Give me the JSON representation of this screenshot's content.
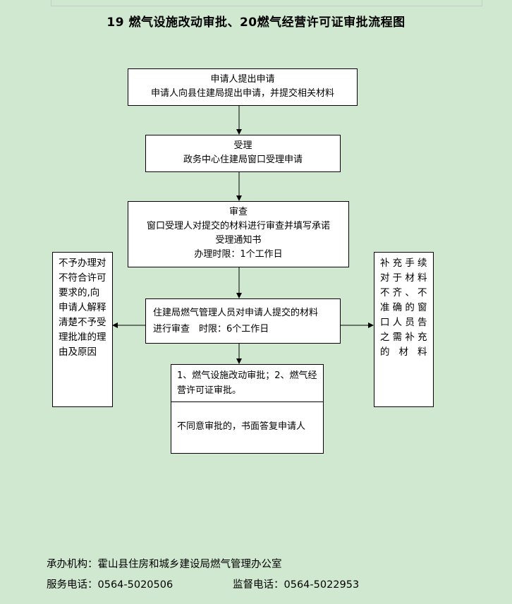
{
  "title": "19 燃气设施改动审批、20燃气经营许可证审批流程图",
  "steps": {
    "apply": {
      "line1": "申请人提出申请",
      "line2": "申请人向县住建局提出申请，并提交相关材料"
    },
    "accept": {
      "line1": "受理",
      "line2": "政务中心住建局窗口受理申请"
    },
    "review": {
      "line1": "审查",
      "line2": "窗口受理人对提交的材料进行审查并填写承诺",
      "line3": "受理通知书",
      "line4": "办理时限：1个工作日"
    },
    "gas_review": {
      "line1": "住建局燃气管理人员对申请人提交的材料",
      "line2": "进行审查　时限：6个工作日"
    },
    "result": {
      "approve": "1、燃气设施改动审批；2、燃气经营许可证审批。",
      "reject": "不同意审批的，书面答复申请人"
    }
  },
  "side_left": {
    "text": "不予办理对不符合许可要求的,向申请人解释清楚不予受理批准的理由及原因"
  },
  "side_right": {
    "text": "补充手续对于材料不齐、不准确的窗口人员告之需补充的材料"
  },
  "footer": {
    "org": "承办机构：霍山县住房和城乡建设局燃气管理办公室",
    "service_phone": "服务电话：0564-5020506",
    "supervise_phone": "监督电话：0564-5022953"
  },
  "colors": {
    "background": "#cfe8cf",
    "box": "#ffffff",
    "line": "#000000"
  }
}
